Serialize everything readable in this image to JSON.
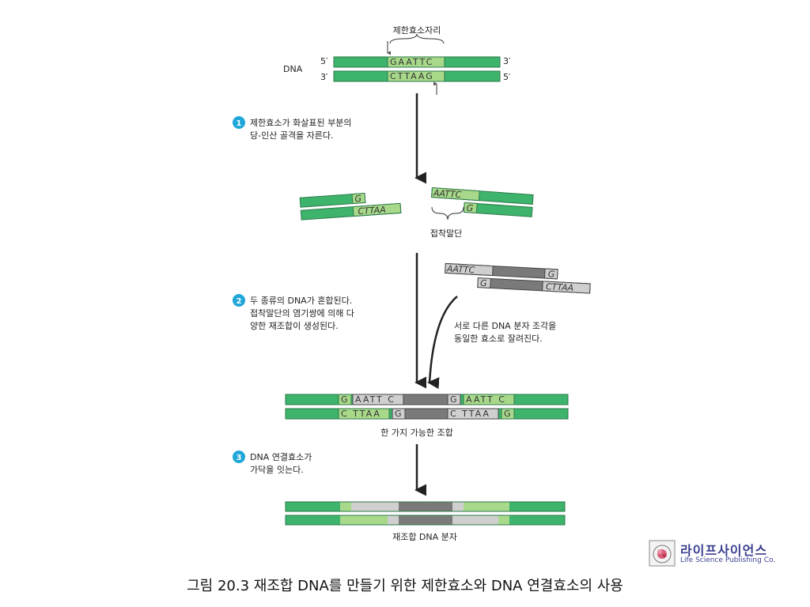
{
  "top": {
    "site_label": "제한효소자리",
    "dna_label": "DNA",
    "end5_left": "5′",
    "end3_right": "3′",
    "end3_left": "3′",
    "end5_right": "5′",
    "top_seq": "GAATTC",
    "bottom_seq": "CTTAAG"
  },
  "steps": [
    {
      "num": "1",
      "lines": [
        "제한효소가 화살표된 부분의",
        "당-인산 골격을 자른다."
      ]
    },
    {
      "num": "2",
      "lines": [
        "두 종류의 DNA가 혼합된다.",
        "접착말단의 염기쌍에 의해 다",
        "양한 재조합이 생성된다."
      ]
    },
    {
      "num": "3",
      "lines": [
        "DNA 연결효소가",
        "가닥을 잇는다."
      ]
    }
  ],
  "cut": {
    "left_top": "G",
    "left_bottom": "CTTAA",
    "right_top": "AATTC",
    "right_bottom": "G",
    "sticky_label": "접착말단"
  },
  "foreign": {
    "top_left": "AATTC",
    "top_right": "G",
    "bottom_left": "G",
    "bottom_right": "CTTAA",
    "note_lines": [
      "서로 다른 DNA 분자 조각을",
      "동일한 효소로 잘려진다."
    ]
  },
  "combo": {
    "top": [
      "G",
      "AATT C",
      "G",
      "AATT C"
    ],
    "bottom": [
      "C TTAA",
      "G",
      "C TTAA",
      "G"
    ],
    "label": "한 가지 가능한 조합"
  },
  "final_label": "재조합 DNA 분자",
  "caption": "그림 20.3  재조합 DNA를 만들기 위한 제한효소와 DNA 연결효소의 사용",
  "logo": {
    "name": "라이프사이언스",
    "sub": "Life Science Publishing Co."
  },
  "colors": {
    "dark_green": "#3db36b",
    "light_green": "#a8d98a",
    "light_gray": "#cfcfcf",
    "dark_gray": "#7a7a7a",
    "step_badge": "#1fa7d9"
  }
}
